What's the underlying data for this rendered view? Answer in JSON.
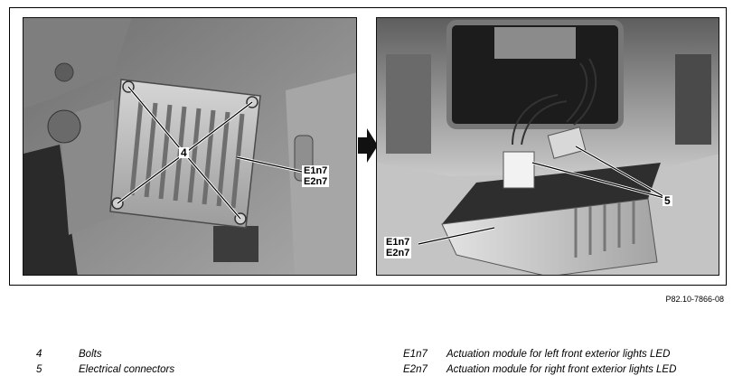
{
  "callouts": {
    "bolts_number": "4",
    "connectors_number": "5",
    "module_left_label_1": "E1n7",
    "module_left_label_2": "E2n7",
    "module_right_label_1": "E1n7",
    "module_right_label_2": "E2n7"
  },
  "figure_reference": "P82.10-7866-08",
  "legend": [
    {
      "key": "4",
      "desc": "Bolts"
    },
    {
      "key": "5",
      "desc": "Electrical connectors"
    },
    {
      "key": "E1n7",
      "desc": "Actuation module for left front exterior lights LED"
    },
    {
      "key": "E2n7",
      "desc": "Actuation module for right front exterior lights LED"
    }
  ],
  "colors": {
    "frame": "#000000",
    "arrow": "#111111",
    "photo_grey": "#9a9a9a"
  }
}
